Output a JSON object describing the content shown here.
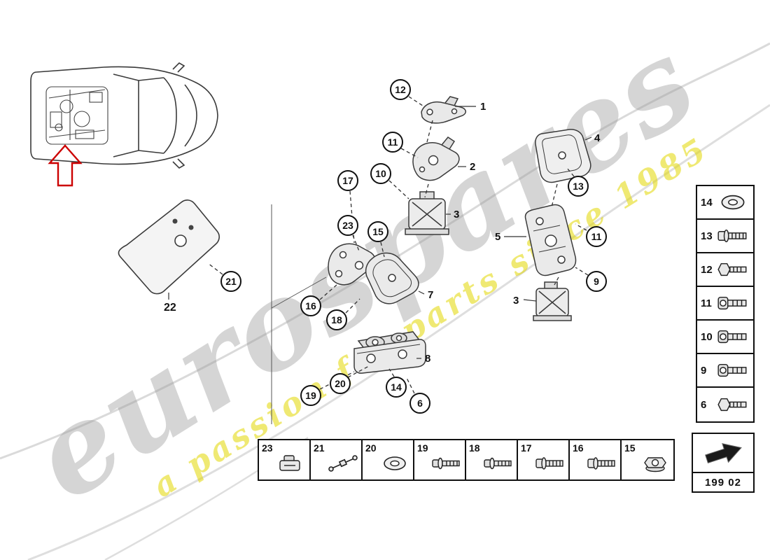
{
  "watermark": {
    "brand": "eurospares",
    "tagline": "a passion for parts since 1985"
  },
  "diagram_code": "199 02",
  "callouts": [
    {
      "label": "12"
    },
    {
      "label": "11"
    },
    {
      "label": "10"
    },
    {
      "label": "17"
    },
    {
      "label": "23"
    },
    {
      "label": "15"
    },
    {
      "label": "16"
    },
    {
      "label": "18"
    },
    {
      "label": "19"
    },
    {
      "label": "20"
    },
    {
      "label": "14"
    },
    {
      "label": "6"
    },
    {
      "label": "21"
    },
    {
      "label": "13"
    },
    {
      "label": "11"
    },
    {
      "label": "9"
    }
  ],
  "part_labels": [
    {
      "label": "1"
    },
    {
      "label": "2"
    },
    {
      "label": "3"
    },
    {
      "label": "4"
    },
    {
      "label": "5"
    },
    {
      "label": "7"
    },
    {
      "label": "8"
    },
    {
      "label": "3"
    },
    {
      "label": "22"
    }
  ],
  "right_legend": {
    "items": [
      {
        "number": "14",
        "icon": "washer-icon"
      },
      {
        "number": "13",
        "icon": "flange-bolt-icon"
      },
      {
        "number": "12",
        "icon": "hex-bolt-icon"
      },
      {
        "number": "11",
        "icon": "socket-head-bolt-icon"
      },
      {
        "number": "10",
        "icon": "socket-head-bolt-icon"
      },
      {
        "number": "9",
        "icon": "socket-head-bolt-icon"
      },
      {
        "number": "6",
        "icon": "hex-bolt-icon"
      }
    ]
  },
  "bottom_legend": {
    "items": [
      {
        "number": "23",
        "icon": "clip-icon"
      },
      {
        "number": "21",
        "icon": "rod-icon"
      },
      {
        "number": "20",
        "icon": "washer-icon"
      },
      {
        "number": "19",
        "icon": "bolt-washer-icon"
      },
      {
        "number": "18",
        "icon": "bolt-washer-icon"
      },
      {
        "number": "17",
        "icon": "flange-bolt-icon"
      },
      {
        "number": "16",
        "icon": "flange-bolt-icon"
      },
      {
        "number": "15",
        "icon": "flange-nut-icon"
      }
    ]
  }
}
